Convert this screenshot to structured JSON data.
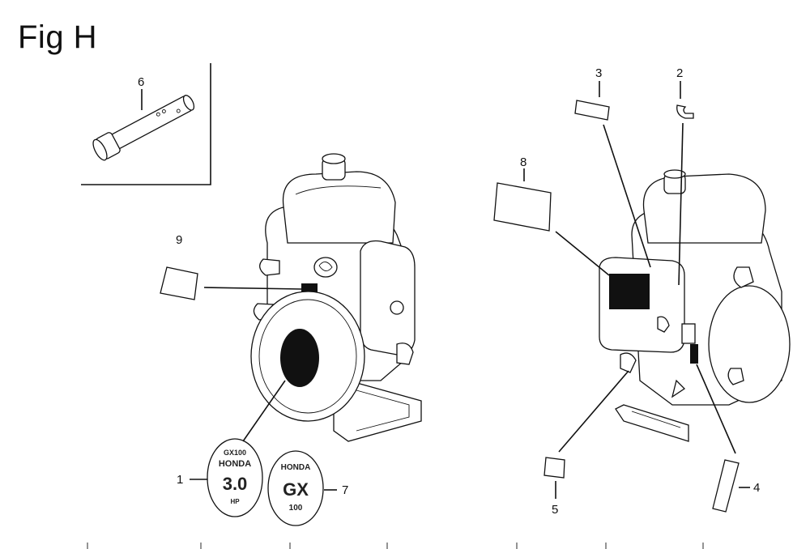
{
  "title": "Fig H",
  "callouts": [
    "1",
    "2",
    "3",
    "4",
    "5",
    "6",
    "7",
    "8",
    "9"
  ],
  "emblems": {
    "left": {
      "line1": "GX100",
      "line2": "HONDA",
      "big": "3.0",
      "small": "HP"
    },
    "right": {
      "line1": "HONDA",
      "big": "GX",
      "line3": "100"
    }
  }
}
